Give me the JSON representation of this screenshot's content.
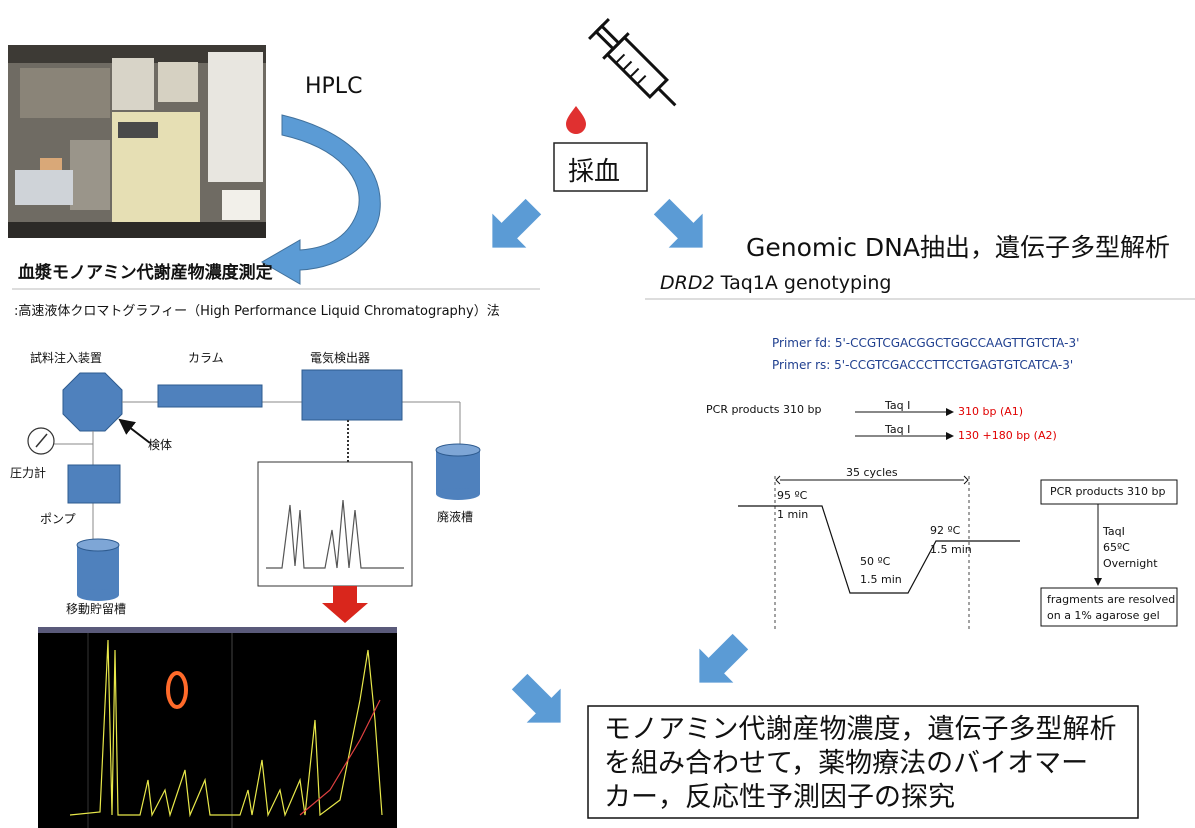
{
  "hplc": {
    "label": "HPLC",
    "section_title": "血漿モノアミン代謝産物濃度測定",
    "method": ":高速液体クロマトグラフィー（High Performance Liquid Chromatography）法",
    "parts": {
      "injector": "試料注入装置",
      "column": "カラム",
      "detector": "電気検出器",
      "specimen": "検体",
      "pressure_gauge": "圧力計",
      "pump": "ポンプ",
      "mobile_tank": "移動貯留槽",
      "waste_tank": "廃液槽"
    }
  },
  "blood": {
    "label": "採血"
  },
  "genomic": {
    "title": "Genomic DNA抽出，遺伝子多型解析",
    "subtitle_gene": "DRD2",
    "subtitle_rest": " Taq1A genotyping",
    "primer_fd": "Primer fd: 5'-CCGTCGACGGCTGGCCAAGTTGTCTA-3'",
    "primer_rs": "Primer rs: 5'-CCGTCGACCCTTCCTGAGTGTCATCA-3'",
    "pcr_products": "PCR products 310 bp",
    "enzyme_1": "Taq I",
    "enzyme_2": "Taq I",
    "result_a1": "310 bp (A1)",
    "result_a2": "130 +180 bp (A2)",
    "cycles": "35 cycles",
    "step1_temp": "95 ºC",
    "step1_time": "1 min",
    "step2_temp": "50 ºC",
    "step2_time": "1.5 min",
    "step3_temp": "92 ºC",
    "step3_time": "1.5 min",
    "flow_box": "PCR products 310 bp",
    "flow_enzyme": "TaqI",
    "flow_temp": "65ºC",
    "flow_time": "Overnight",
    "flow_result_1": "fragments are resolved",
    "flow_result_2": "on a 1% agarose gel"
  },
  "conclusion": {
    "line1": "モノアミン代謝産物濃度，遺伝子多型解析",
    "line2": "を組み合わせて，薬物療法のバイオマー",
    "line3": "カー，反応性予測因子の探究"
  },
  "colors": {
    "accent_blue": "#4f81bd",
    "arrow_blue": "#5b9bd5",
    "result_red": "#e00000",
    "primer_blue": "#1f3f8f"
  }
}
